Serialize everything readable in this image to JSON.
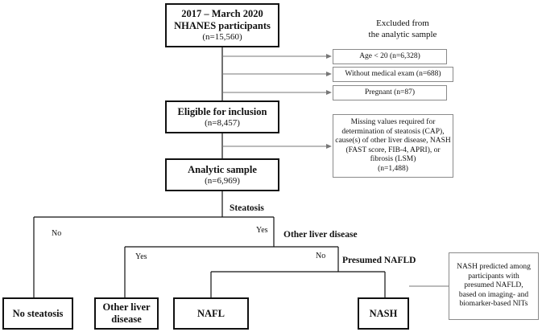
{
  "boxes": {
    "participants": {
      "line1": "2017 – March 2020",
      "line2": "NHANES participants",
      "line3": "(n=15,560)"
    },
    "eligible": {
      "line1": "Eligible for inclusion",
      "line2": "(n=8,457)"
    },
    "analytic": {
      "line1": "Analytic sample",
      "line2": "(n=6,969)"
    },
    "no_steatosis": {
      "line1": "No steatosis"
    },
    "other_liver": {
      "line1": "Other liver",
      "line2": "disease"
    },
    "nafl": {
      "line1": "NAFL"
    },
    "nash": {
      "line1": "NASH"
    }
  },
  "excluded": {
    "heading_line1": "Excluded from",
    "heading_line2": "the analytic sample",
    "age": "Age < 20 (n=6,328)",
    "no_exam": "Without medical exam (n=688)",
    "pregnant": "Pregnant (n=87)"
  },
  "missing": {
    "lines": [
      "Missing values required for",
      "determination of steatosis (CAP),",
      "cause(s) of other liver disease, NASH",
      "(FAST score, FIB-4, APRI), or",
      "fibrosis (LSM)",
      "(n=1,488)"
    ]
  },
  "nash_note": {
    "lines": [
      "NASH predicted among",
      "participants with",
      "presumed NAFLD,",
      "based on imaging- and",
      "biomarker-based NITs"
    ]
  },
  "labels": {
    "steatosis": "Steatosis",
    "other_liver_disease": "Other liver disease",
    "presumed_nafld": "Presumed NAFLD",
    "no1": "No",
    "yes1": "Yes",
    "yes2": "Yes",
    "no2": "No"
  }
}
